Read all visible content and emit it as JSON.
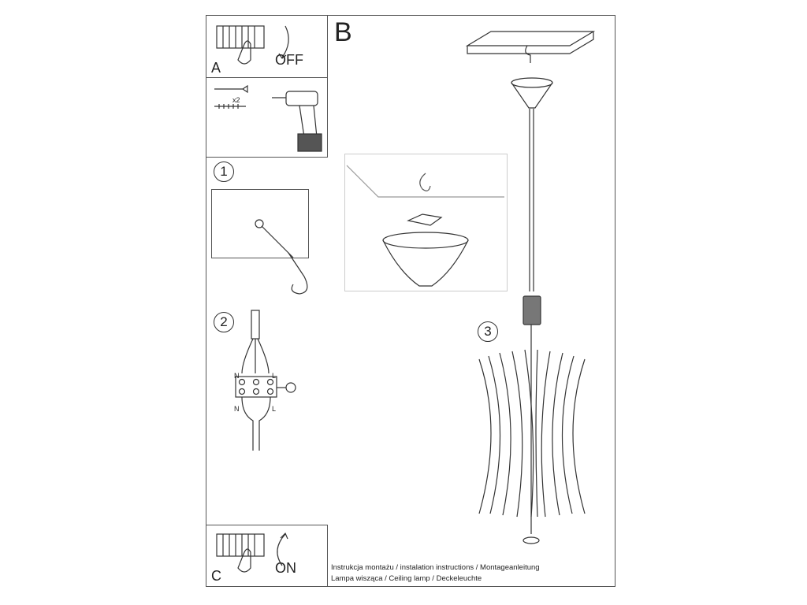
{
  "steps": {
    "a_label": "A",
    "off_label": "OFF",
    "b_label": "B",
    "c_label": "C",
    "on_label": "ON",
    "step1": "1",
    "step2": "2",
    "step3": "3",
    "x2_label": "x2"
  },
  "wiring": {
    "n_top": "N",
    "l_top": "L",
    "n_bottom": "N",
    "l_bottom": "L"
  },
  "footer": {
    "line1": "Instrukcja montażu / instalation instructions / Montageanleitung",
    "line2": "Lampa wisząca / Ceiling lamp / Deckeleuchte"
  },
  "colors": {
    "line": "#333333",
    "background": "#ffffff"
  }
}
